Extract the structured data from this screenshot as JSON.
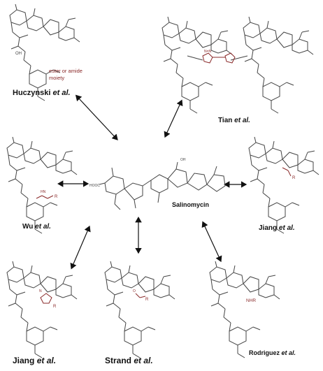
{
  "center": {
    "label": "Salinomycin"
  },
  "authors": {
    "huczynski": {
      "name": "Huczynski",
      "suffix": "et al."
    },
    "tian": {
      "name": "Tian",
      "suffix": "et al."
    },
    "wu": {
      "name": "Wu",
      "suffix": "et al."
    },
    "jiang_right": {
      "name": "Jiang",
      "suffix": "et al."
    },
    "jiang_bottom": {
      "name": "Jiang",
      "suffix": "et al."
    },
    "strand": {
      "name": "Strand",
      "suffix": "et al."
    },
    "rodriguez": {
      "name": "Rodriguez",
      "suffix": "et al."
    }
  },
  "annotations": {
    "ester_amide_line1": "ester or amide",
    "ester_amide_line2": "moiety",
    "nhr": "NHR",
    "oh": "OH",
    "hooc": "HOOC",
    "o": "O",
    "r": "R",
    "hn": "HN",
    "nn": "N=N",
    "n": "N"
  },
  "colors": {
    "structure": "#444444",
    "accent": "#8a2a2a",
    "arrow": "#111111",
    "label": "#111111"
  }
}
